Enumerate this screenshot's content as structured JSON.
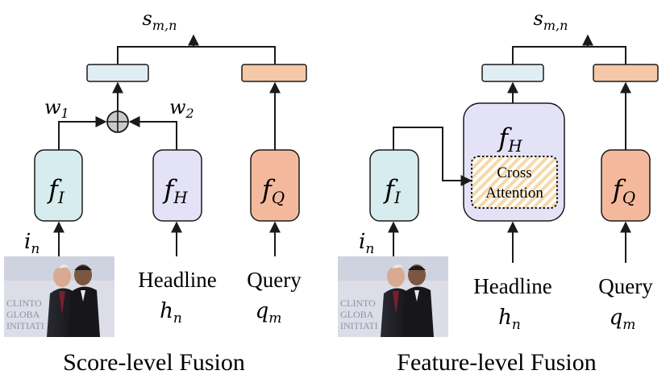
{
  "colors": {
    "image_encoder": "#d6ecee",
    "headline_encoder": "#e4e2f7",
    "query_encoder": "#f4b99c",
    "embedding_image": "#e1edf4",
    "embedding_query": "#f5c8a8",
    "stroke": "#1a1a1a",
    "cross_attention_hatch": "#f6d9a8",
    "photo_bg": "#dcdde6"
  },
  "left_panel": {
    "title": "Score-level Fusion",
    "score": {
      "base": "s",
      "sub": "m,n"
    },
    "weight_1": {
      "base": "w",
      "sub": "1"
    },
    "weight_2": {
      "base": "w",
      "sub": "2"
    },
    "fusion_symbol": "⊕",
    "image_encoder": {
      "base": "f",
      "sub": "I"
    },
    "headline_encoder": {
      "base": "f",
      "sub": "H"
    },
    "query_encoder": {
      "base": "f",
      "sub": "Q"
    },
    "image_input": {
      "base": "i",
      "sub": "n"
    },
    "headline_label": "Headline",
    "headline_var": {
      "base": "h",
      "sub": "n"
    },
    "query_label": "Query",
    "query_var": {
      "base": "q",
      "sub": "m"
    },
    "photo_text": [
      "CLINTO",
      "GLOBA",
      "INITIATI"
    ]
  },
  "right_panel": {
    "title": "Feature-level Fusion",
    "score": {
      "base": "s",
      "sub": "m,n"
    },
    "image_encoder": {
      "base": "f",
      "sub": "I"
    },
    "headline_encoder": {
      "base": "f",
      "sub": "H"
    },
    "query_encoder": {
      "base": "f",
      "sub": "Q"
    },
    "cross_attention_line1": "Cross",
    "cross_attention_line2": "Attention",
    "image_input": {
      "base": "i",
      "sub": "n"
    },
    "headline_label": "Headline",
    "headline_var": {
      "base": "h",
      "sub": "n"
    },
    "query_label": "Query",
    "query_var": {
      "base": "q",
      "sub": "m"
    },
    "photo_text": [
      "CLINTO",
      "GLOBA",
      "INITIATI"
    ]
  }
}
